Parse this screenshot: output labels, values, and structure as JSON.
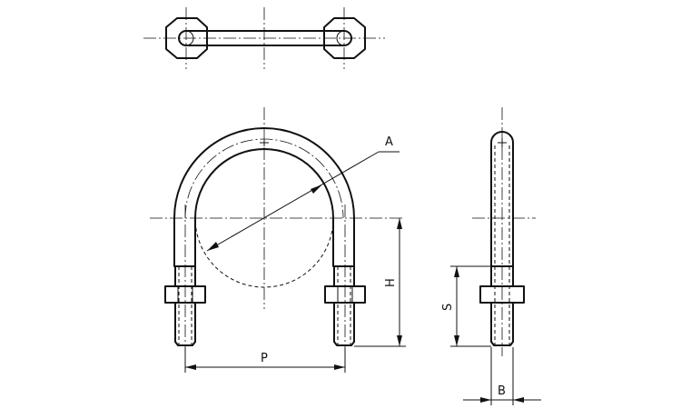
{
  "labels": {
    "a": "A",
    "p": "P",
    "h": "H",
    "s": "S",
    "b": "B"
  }
}
